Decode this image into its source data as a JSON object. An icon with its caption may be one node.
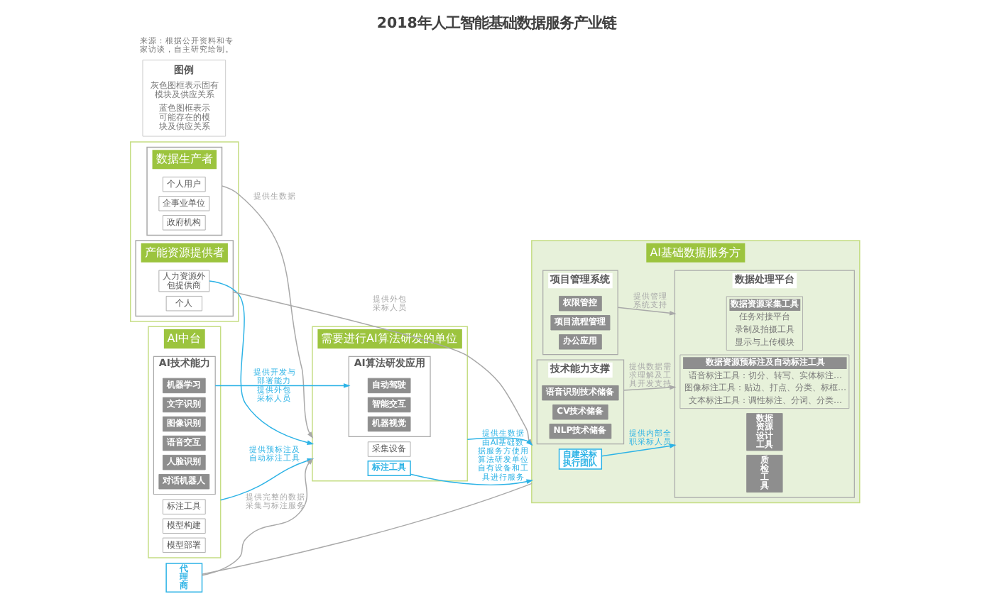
{
  "diagram": {
    "title": "2018年人工智能基础数据服务产业链",
    "caption": "来源：根据公开资料和专家访谈，自主研究绘制。",
    "nodes": [
      {
        "text": [],
        "shape": "box"
      },
      {
        "text": [
          "数据生产者"
        ],
        "in": 0
      },
      {
        "text": [
          "个人用户"
        ],
        "in": 1
      },
      {
        "text": [
          "企事业单位"
        ],
        "in": 1
      },
      {
        "text": [
          "政府机构"
        ],
        "in": 1
      },
      {
        "text": [
          "产能资源提供者"
        ],
        "in": 0
      },
      {
        "text": [
          "人力资源外包提供商"
        ],
        "in": 5
      },
      {
        "text": [
          "个人"
        ],
        "in": 5
      },
      {
        "text": [
          "AI中台"
        ]
      },
      {
        "text": [
          "标注工具"
        ],
        "in": 8
      },
      {
        "text": [
          "模型构建"
        ],
        "in": 8
      },
      {
        "text": [
          "模型部署"
        ],
        "in": 8
      },
      {
        "text": [
          "AI技术能力"
        ],
        "in": 8
      },
      {
        "text": [
          "机器学习"
        ],
        "in": 12
      },
      {
        "text": [
          "文字识别"
        ],
        "in": 12
      },
      {
        "text": [
          "图像识别"
        ],
        "in": 12
      },
      {
        "text": [
          "语音交互"
        ],
        "in": 12
      },
      {
        "text": [
          "人脸识别"
        ],
        "in": 12
      },
      {
        "text": [
          "对话机器人"
        ],
        "in": 12
      },
      {
        "text": [
          "需要进行AI算法研发的单位"
        ]
      },
      {
        "text": [
          "采集设备"
        ],
        "in": 19
      },
      {
        "text": [
          "标注工具"
        ],
        "in": 19
      },
      {
        "text": [
          "AI算法研发应用"
        ],
        "in": 19
      },
      {
        "text": [
          "自动驾驶"
        ],
        "in": 22
      },
      {
        "text": [
          "智能交互"
        ],
        "in": 22
      },
      {
        "text": [
          "机器视觉"
        ],
        "in": 22
      },
      {
        "text": [
          "AI基础数据服务方"
        ]
      },
      {
        "text": [
          "自建采标执行团队"
        ],
        "in": 26
      },
      {
        "text": [
          "数据处理平台"
        ],
        "in": 26
      },
      {
        "text": [
          "数据资源设计工具"
        ],
        "in": 28
      },
      {
        "text": [
          "数据资源采集工具",
          "任务对接平台",
          "录制及拍摄工具",
          "显示与上传模块"
        ],
        "in": 28
      },
      {
        "text": [
          "数据资源预标注及自动标注工具",
          "语音标注工具：切分、转写、实体标注…",
          "图像标注工具：贴边、打点、分类、标框…",
          "文本标注工具：调性标注、分词、分类…"
        ],
        "in": 28
      },
      {
        "text": [
          "质检工具"
        ],
        "in": 28
      },
      {
        "text": [
          "项目管理系统"
        ],
        "in": 26
      },
      {
        "text": [
          "权限管控"
        ],
        "in": 33
      },
      {
        "text": [
          "项目流程管理"
        ],
        "in": 33
      },
      {
        "text": [
          "办公应用"
        ],
        "in": 33
      },
      {
        "text": [
          "技术能力支撑"
        ],
        "in": 26
      },
      {
        "text": [
          "语音识别技术储备"
        ],
        "in": 37
      },
      {
        "text": [
          "CV技术储备"
        ],
        "in": 37
      },
      {
        "text": [
          "NLP技术储备"
        ],
        "in": 37
      },
      {
        "text": [
          "代理商"
        ]
      },
      {
        "text": [
          "图例",
          "灰色图框表示固有模块及供应关系",
          "蓝色图框表示可能存在的模块及供应关系"
        ]
      }
    ],
    "edges": [
      {
        "from": 1,
        "to": 19,
        "arrow": "to",
        "label": "提供生数据",
        "color": "#a9a9a9"
      },
      {
        "from": 6,
        "to": 19,
        "arrow": "to",
        "label": "提供外包采标人员",
        "color": "#2db3e6"
      },
      {
        "from": 5,
        "to": 26,
        "arrow": "to",
        "label": "提供外包采标人员",
        "color": "#a9a9a9"
      },
      {
        "from": 8,
        "to": 19,
        "arrow": "to",
        "label": "提供预标注及自动标注工具",
        "color": "#2db3e6"
      },
      {
        "from": 12,
        "to": 22,
        "arrow": "to",
        "label": "提供开发与部署能力",
        "color": "#2db3e6"
      },
      {
        "from": 19,
        "to": 26,
        "arrow": "to",
        "label": "提供生数据",
        "color": "#2db3e6"
      },
      {
        "from": 21,
        "to": 26,
        "arrow": "to",
        "label": "由AI基础数据服务方使用算法研发单位自有设备和工具进行服务",
        "color": "#2db3e6"
      },
      {
        "from": 27,
        "to": 28,
        "arrow": "to",
        "label": "提供内部全职采标人员",
        "color": "#2db3e6"
      },
      {
        "from": 33,
        "to": 28,
        "arrow": "to",
        "label": "提供管理系统支持",
        "color": "#a9a9a9"
      },
      {
        "from": 37,
        "to": 28,
        "arrow": "to",
        "label": "提供数据需求理解及工具开发支持",
        "color": "#a9a9a9"
      },
      {
        "from": 26,
        "to": 41,
        "arrow": "none",
        "color": "#a9a9a9"
      },
      {
        "from": 41,
        "to": 19,
        "arrow": "to",
        "label": "提供完整的数据采集与标注服务",
        "color": "#a9a9a9"
      }
    ]
  }
}
